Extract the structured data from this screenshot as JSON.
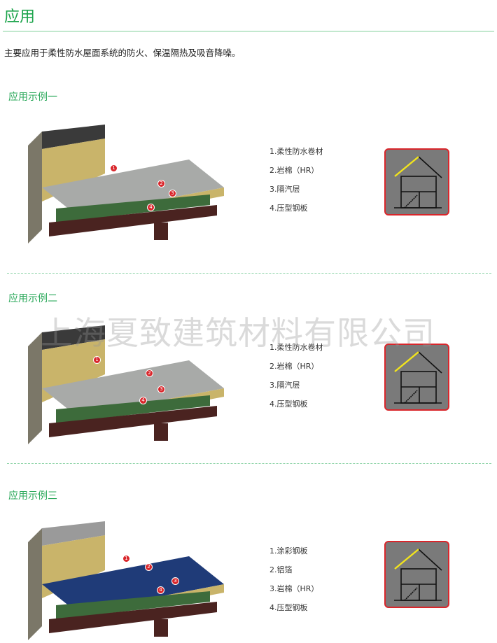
{
  "header": {
    "title": "应用",
    "intro": "主要应用于柔性防水屋面系统的防火、保温隔热及吸音降噪。"
  },
  "watermark": "上海夏致建筑材料有限公司",
  "sections": [
    {
      "title": "应用示例一",
      "items": [
        "1.柔性防水卷材",
        "2.岩棉（HR）",
        "3.隔汽层",
        "4.压型钢板"
      ],
      "markers": [
        "1",
        "2",
        "3",
        "4"
      ]
    },
    {
      "title": "应用示例二",
      "items": [
        "1.柔性防水卷材",
        "2.岩棉（HR）",
        "3.隔汽层",
        "4.压型钢板"
      ],
      "markers": [
        "1",
        "2",
        "3",
        "4"
      ]
    },
    {
      "title": "应用示例三",
      "items": [
        "1.涂彩钢板",
        "2.铝箔",
        "3.岩棉（HR）",
        "4.压型钢板"
      ],
      "markers": [
        "1",
        "2",
        "3",
        "4"
      ]
    }
  ],
  "colors": {
    "accent": "#1aa34a",
    "marker": "#d9262b",
    "roof_highlight": "#f2e41c"
  }
}
